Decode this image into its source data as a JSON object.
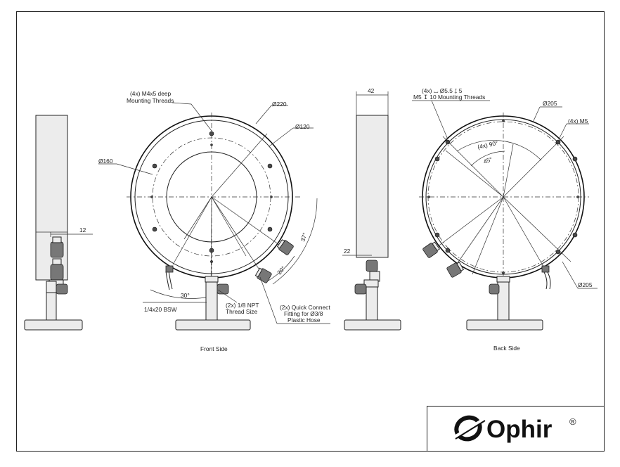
{
  "front": {
    "caption": "Front Side",
    "callouts": {
      "mounting_threads_line1": "(4x) M4x5 deep",
      "mounting_threads_line2": "Mounting Threads",
      "dia_220": "Ø220",
      "dia_120": "Ø120",
      "dia_160": "Ø160",
      "angle_37": "37°",
      "angle_20": "20°",
      "angle_30": "30°",
      "thread_bsw": "1/4x20 BSW",
      "npt_line1": "(2x) 1/8 NPT",
      "npt_line2": "Thread Size",
      "quick_line1": "(2x) Quick Connect",
      "quick_line2": "Fitting for Ø3/8",
      "quick_line3": "Plastic Hose"
    }
  },
  "side_left": {
    "dim_12": "12"
  },
  "side_right": {
    "dim_42": "42",
    "dim_22": "22"
  },
  "back": {
    "caption": "Back Side",
    "callouts": {
      "counterbore_line1": "(4x) ⌴ Ø5.5 ↧ 5",
      "counterbore_line2": "M5 ↧ 10 Mounting Threads",
      "dia_205_top": "Ø205",
      "m5": "(4x) M5",
      "angle_90": "(4x) 90°",
      "angle_45": "45°",
      "dia_205_bottom": "Ø205"
    }
  },
  "logo": {
    "brand": "Ophir",
    "registered": "®"
  },
  "colors": {
    "line": "#222222",
    "background": "#ffffff"
  }
}
